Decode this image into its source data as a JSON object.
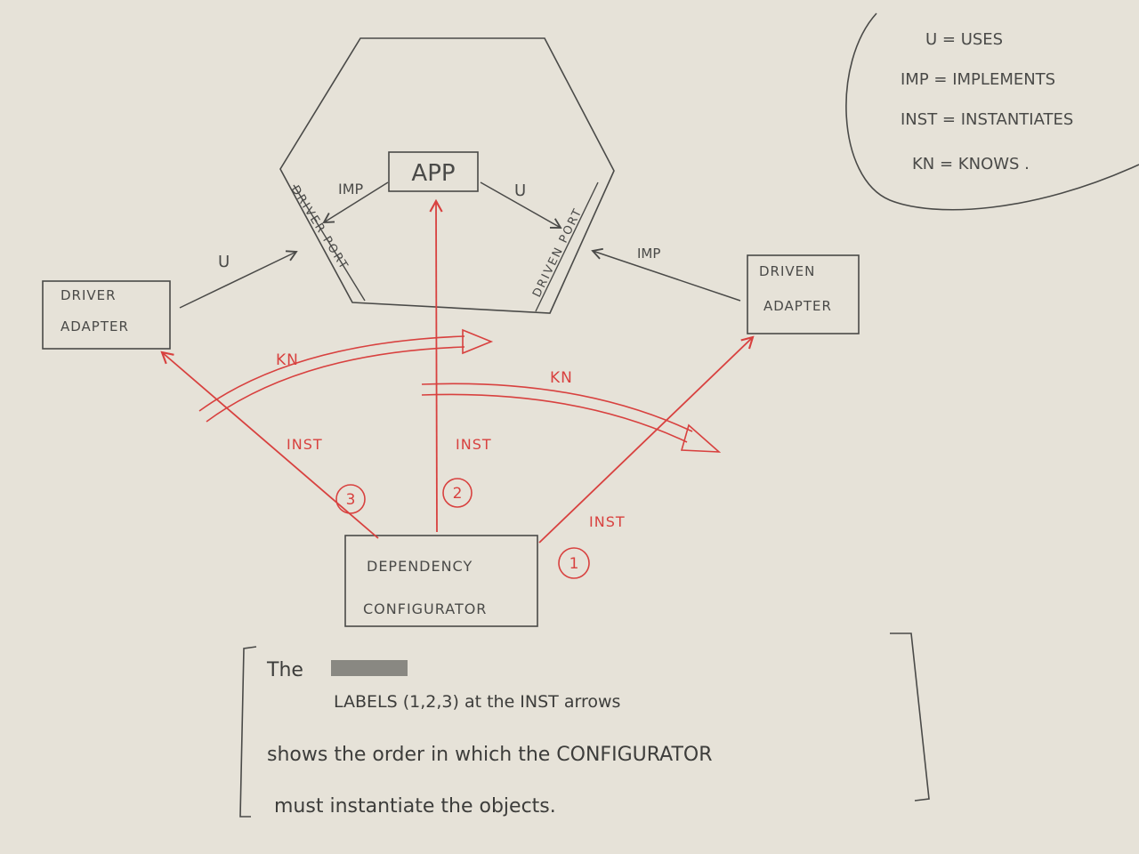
{
  "colors": {
    "paper": "#e6e2d8",
    "pencil": "#4a4a48",
    "red_pen": "#d8413f"
  },
  "legend": {
    "lines": [
      "U = USES",
      "IMP = IMPLEMENTS",
      "INST = INSTANTIATES",
      "KN = KNOWS ."
    ]
  },
  "nodes": {
    "app": "APP",
    "driver_port": "DRIVER PORT",
    "driven_port": "DRIVEN PORT",
    "driver_adapter": [
      "DRIVER",
      "ADAPTER"
    ],
    "driven_adapter": [
      "DRIVEN",
      "ADAPTER"
    ],
    "dependency_configurator": [
      "DEPENDENCY",
      "CONFIGURATOR"
    ]
  },
  "edges": {
    "app_to_driver_port": "IMP",
    "app_to_driven_port": "U",
    "driver_adapter_to_driver_port": "U",
    "driven_adapter_to_driven_port": "IMP",
    "knows_left": "KN",
    "knows_right": "KN",
    "inst_to_driver_adapter": "INST",
    "inst_to_app": "INST",
    "inst_to_driven_adapter": "INST"
  },
  "order_labels": {
    "first": "1",
    "second": "2",
    "third": "3"
  },
  "note": {
    "line1": "The",
    "line2": "LABELS (1,2,3) at the INST arrows",
    "line3": "shows the order in which the CONFIGURATOR",
    "line4": "must instantiate the objects."
  }
}
